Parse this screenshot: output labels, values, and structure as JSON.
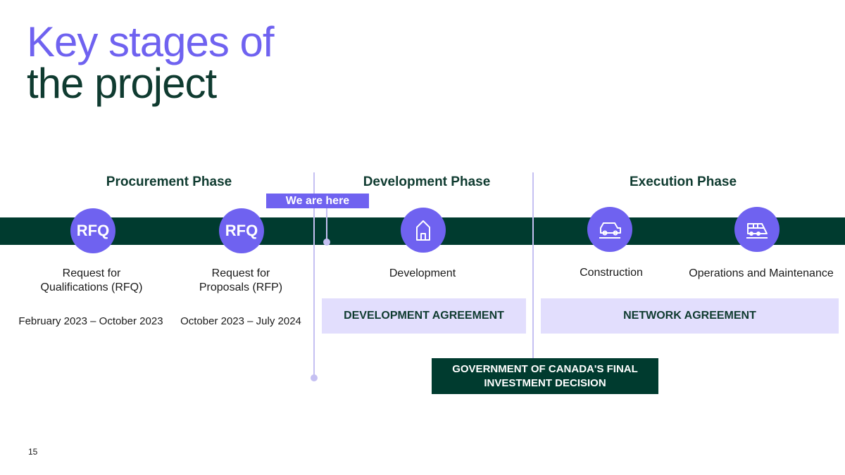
{
  "title": {
    "line1": "Key stages of",
    "line2": "the project"
  },
  "phases": [
    {
      "label": "Procurement Phase"
    },
    {
      "label": "Development Phase"
    },
    {
      "label": "Execution Phase"
    }
  ],
  "marker": {
    "label": "We are here"
  },
  "stages": [
    {
      "icon": "rfq-text-icon",
      "icon_text": "RFQ",
      "line1": "Request for",
      "line2": "Qualifications (RFQ)",
      "date": "February 2023 – October 2023"
    },
    {
      "icon": "rfq-text-icon",
      "icon_text": "RFQ",
      "line1": "Request for",
      "line2": "Proposals (RFP)",
      "date": "October 2023 – July 2024"
    },
    {
      "icon": "house-icon",
      "line1": "Development"
    },
    {
      "icon": "car-icon",
      "line1": "Construction"
    },
    {
      "icon": "train-icon",
      "line1": "Operations and Maintenance"
    }
  ],
  "agreements": [
    {
      "label": "DEVELOPMENT AGREEMENT"
    },
    {
      "label": "NETWORK AGREEMENT"
    }
  ],
  "decision": {
    "line1": "GOVERNMENT OF CANADA'S FINAL",
    "line2": "INVESTMENT DECISION"
  },
  "page_number": "15",
  "colors": {
    "accent": "#6f62f0",
    "dark_green": "#003b2f",
    "lavender": "#e2defd",
    "divider": "#c5c0f2"
  }
}
